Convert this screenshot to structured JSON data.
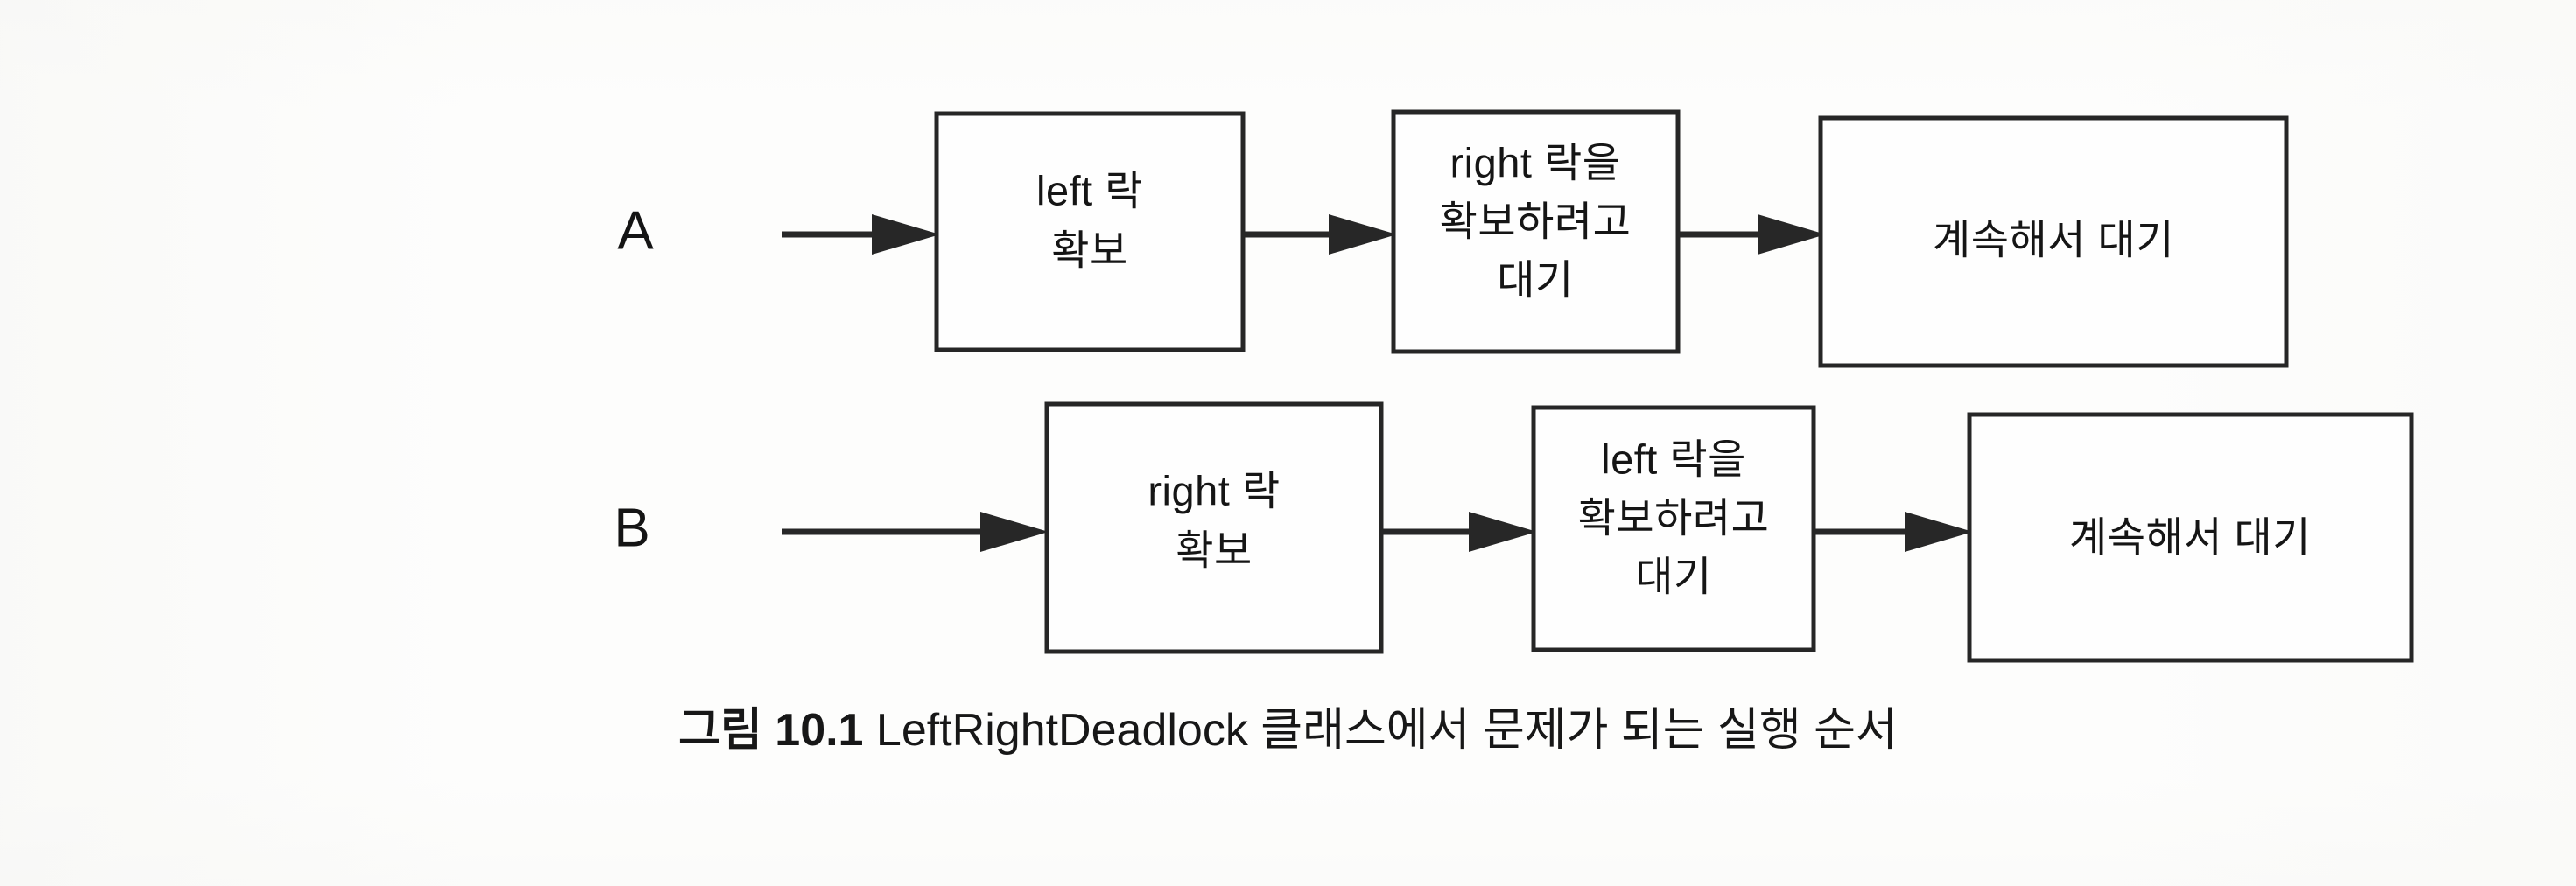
{
  "figure": {
    "background_color": "#fdfdfc",
    "stroke_color": "#272727",
    "text_color": "#151515",
    "caption_prefix": "그림 10.1",
    "caption_body": " LeftRightDeadlock 클래스에서 문제가 되는 실행 순서"
  },
  "threads": [
    {
      "id": "A",
      "label": "A",
      "steps": [
        {
          "id": "a-step-1",
          "lines": [
            "left 락",
            "확보"
          ]
        },
        {
          "id": "a-step-2",
          "lines": [
            "right 락을",
            "확보하려고",
            "대기"
          ]
        },
        {
          "id": "a-step-3",
          "lines": [
            "계속해서 대기"
          ]
        }
      ]
    },
    {
      "id": "B",
      "label": "B",
      "steps": [
        {
          "id": "b-step-1",
          "lines": [
            "right 락",
            "확보"
          ]
        },
        {
          "id": "b-step-2",
          "lines": [
            "left 락을",
            "확보하려고",
            "대기"
          ]
        },
        {
          "id": "b-step-3",
          "lines": [
            "계속해서 대기"
          ]
        }
      ]
    }
  ],
  "text": {
    "thread_a_label": "A",
    "thread_b_label": "B",
    "a1_line1": "left 락",
    "a1_line2": "확보",
    "a2_line1": "right 락을",
    "a2_line2": "확보하려고",
    "a2_line3": "대기",
    "a3_line1": "계속해서 대기",
    "b1_line1": "right 락",
    "b1_line2": "확보",
    "b2_line1": "left 락을",
    "b2_line2": "확보하려고",
    "b2_line3": "대기",
    "b3_line1": "계속해서 대기"
  },
  "caption": {
    "prefix": "그림 10.1",
    "rest": " LeftRightDeadlock 클래스에서 문제가 되는 실행 순서"
  }
}
